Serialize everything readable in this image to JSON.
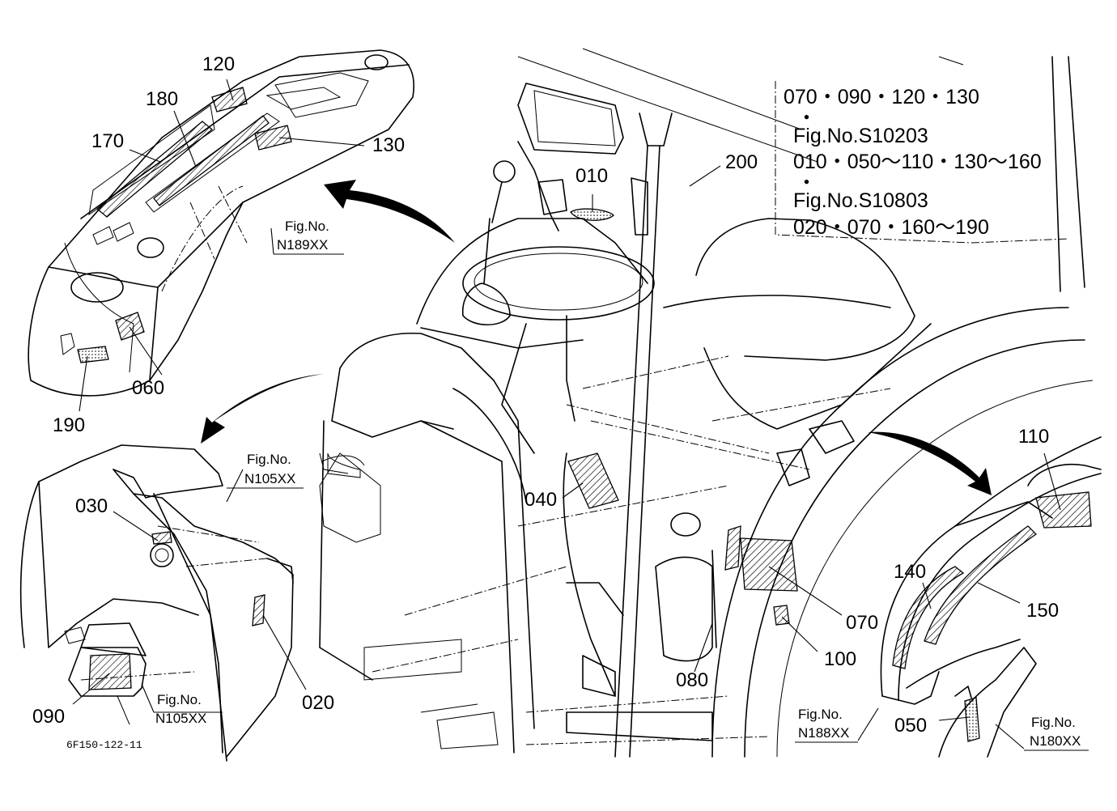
{
  "drawing_code": "6F150-122-11",
  "callouts": {
    "c010": "010",
    "c020": "020",
    "c030": "030",
    "c040": "040",
    "c050": "050",
    "c060": "060",
    "c070": "070",
    "c080": "080",
    "c090": "090",
    "c100": "100",
    "c110": "110",
    "c120": "120",
    "c130": "130",
    "c140": "140",
    "c150": "150",
    "c170": "170",
    "c180": "180",
    "c190": "190",
    "c200": "200"
  },
  "figure_refs": {
    "dash_panel": {
      "prefix": "Fig.No.",
      "code": "N189XX"
    },
    "fender_left_top": {
      "prefix": "Fig.No.",
      "code": "N105XX"
    },
    "fender_left_bottom": {
      "prefix": "Fig.No.",
      "code": "N105XX"
    },
    "fender_right": {
      "prefix": "Fig.No.",
      "code": "N188XX"
    },
    "step_right": {
      "prefix": "Fig.No.",
      "code": "N180XX"
    }
  },
  "reference_box": {
    "lines": [
      "070・090・120・130",
      "・",
      "Fig.No.S10203",
      "010・050～110・130～160",
      "・",
      "Fig.No.S10803",
      "020・070・160～190"
    ]
  }
}
